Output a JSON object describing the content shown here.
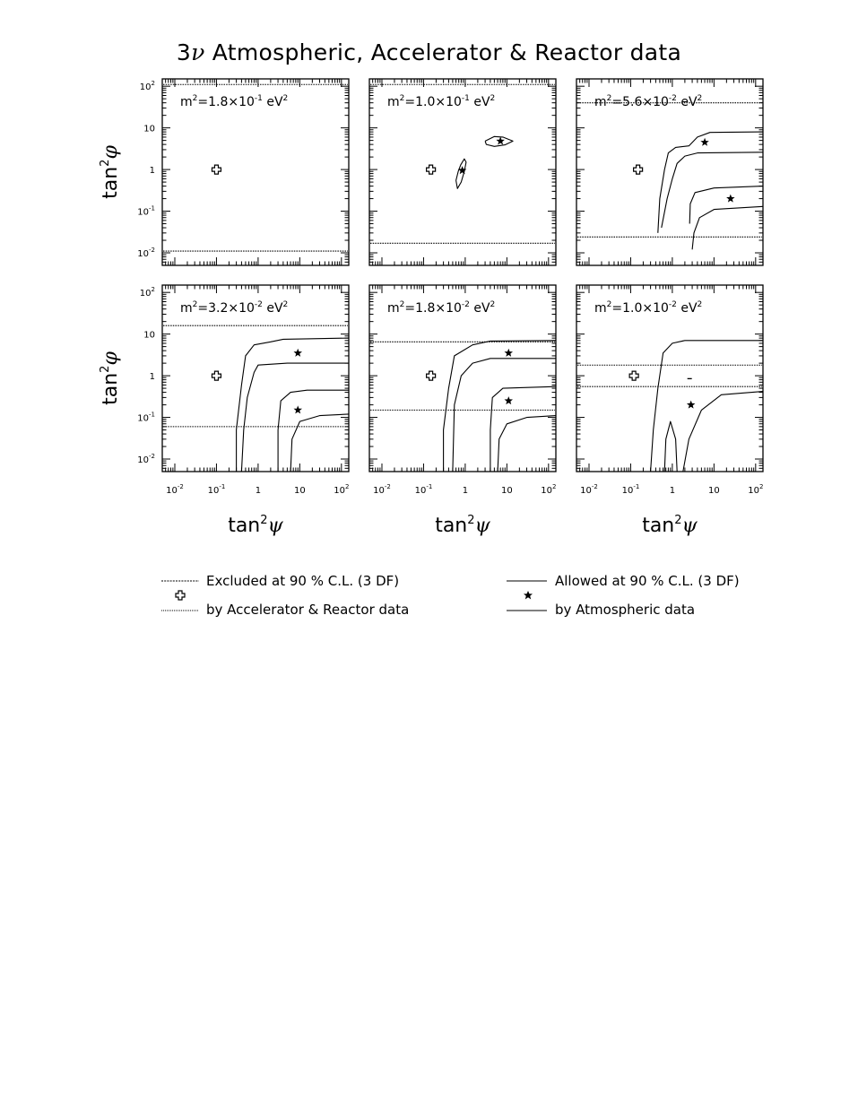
{
  "title_prefix": "3",
  "title_nu": "ν",
  "title_rest": " Atmospheric, Accelerator & Reactor data",
  "chart_data": {
    "type": "contour",
    "axes_scale": "log-log",
    "xlabel_base": "tan",
    "xlabel_sup": "2",
    "xlabel_var": "ψ",
    "ylabel_base": "tan",
    "ylabel_sup": "2",
    "ylabel_var": "φ",
    "xlim": [
      0.005,
      150
    ],
    "ylim": [
      0.005,
      150
    ],
    "x_ticks": [
      {
        "value": 0.01,
        "base": "10",
        "exp": "-2"
      },
      {
        "value": 0.1,
        "base": "10",
        "exp": "-1"
      },
      {
        "value": 1,
        "base": "1",
        "exp": ""
      },
      {
        "value": 10,
        "base": "10",
        "exp": ""
      },
      {
        "value": 100,
        "base": "10",
        "exp": "2"
      }
    ],
    "y_ticks": [
      {
        "value": 0.01,
        "base": "10",
        "exp": "-2"
      },
      {
        "value": 0.1,
        "base": "10",
        "exp": "-1"
      },
      {
        "value": 1,
        "base": "1",
        "exp": ""
      },
      {
        "value": 10,
        "base": "10",
        "exp": ""
      },
      {
        "value": 100,
        "base": "10",
        "exp": "2"
      }
    ],
    "panels": [
      {
        "label_pre": "m",
        "label_sup1": "2",
        "label_mid": "=1.8×10",
        "label_sup2": "-1",
        "label_post": " eV",
        "label_sup3": "2",
        "excluded_lines": [
          110,
          0.011
        ],
        "allowed_contours": [],
        "best_fit_cross": [
          0.1,
          1.0
        ],
        "best_fit_stars": []
      },
      {
        "label_pre": "m",
        "label_sup1": "2",
        "label_mid": "=1.0×10",
        "label_sup2": "-1",
        "label_post": " eV",
        "label_sup3": "2",
        "excluded_lines": [
          110,
          0.017
        ],
        "allowed_contours": [
          [
            [
              0.6,
              0.55
            ],
            [
              0.68,
              0.9
            ],
            [
              0.78,
              1.3
            ],
            [
              0.95,
              1.8
            ],
            [
              1.05,
              1.5
            ],
            [
              0.95,
              0.9
            ],
            [
              0.8,
              0.5
            ],
            [
              0.65,
              0.35
            ],
            [
              0.6,
              0.55
            ]
          ],
          [
            [
              3.0,
              4.8
            ],
            [
              5.0,
              6.2
            ],
            [
              8.0,
              6.0
            ],
            [
              14.0,
              4.8
            ],
            [
              9.0,
              3.9
            ],
            [
              5.0,
              3.6
            ],
            [
              3.2,
              4.0
            ],
            [
              3.0,
              4.8
            ]
          ]
        ],
        "best_fit_cross": [
          0.15,
          1.0
        ],
        "best_fit_stars": [
          [
            0.85,
            0.95
          ],
          [
            7.0,
            4.8
          ]
        ]
      },
      {
        "label_pre": "m",
        "label_sup1": "2",
        "label_mid": "=5.6×10",
        "label_sup2": "-2",
        "label_post": " eV",
        "label_sup3": "2",
        "excluded_lines": [
          40,
          0.024
        ],
        "allowed_contours": [
          [
            [
              0.45,
              0.03
            ],
            [
              0.5,
              0.2
            ],
            [
              0.65,
              1.0
            ],
            [
              0.8,
              2.5
            ],
            [
              1.2,
              3.4
            ],
            [
              2.5,
              3.7
            ],
            [
              4.0,
              6.0
            ],
            [
              8.0,
              7.8
            ],
            [
              150,
              8.0
            ]
          ],
          [
            [
              0.55,
              0.04
            ],
            [
              0.75,
              0.2
            ],
            [
              1.0,
              0.6
            ],
            [
              1.3,
              1.4
            ],
            [
              2.0,
              2.1
            ],
            [
              4.0,
              2.5
            ],
            [
              150,
              2.6
            ]
          ],
          [
            [
              2.6,
              0.05
            ],
            [
              2.7,
              0.15
            ],
            [
              3.5,
              0.28
            ],
            [
              10.0,
              0.36
            ],
            [
              150,
              0.4
            ]
          ],
          [
            [
              3.0,
              0.012
            ],
            [
              3.3,
              0.03
            ],
            [
              4.5,
              0.07
            ],
            [
              10.0,
              0.11
            ],
            [
              150,
              0.13
            ]
          ]
        ],
        "best_fit_cross": [
          0.15,
          1.0
        ],
        "best_fit_stars": [
          [
            6.0,
            4.5
          ],
          [
            25.0,
            0.2
          ]
        ]
      },
      {
        "label_pre": "m",
        "label_sup1": "2",
        "label_mid": "=3.2×10",
        "label_sup2": "-2",
        "label_post": " eV",
        "label_sup3": "2",
        "excluded_lines": [
          16,
          0.06
        ],
        "allowed_contours": [
          [
            [
              0.3,
              0.005
            ],
            [
              0.3,
              0.05
            ],
            [
              0.4,
              0.6
            ],
            [
              0.5,
              3.0
            ],
            [
              0.8,
              5.5
            ],
            [
              2.0,
              6.5
            ],
            [
              4.0,
              7.5
            ],
            [
              150,
              8.0
            ]
          ],
          [
            [
              0.4,
              0.005
            ],
            [
              0.45,
              0.05
            ],
            [
              0.55,
              0.3
            ],
            [
              0.8,
              1.2
            ],
            [
              1.0,
              1.8
            ],
            [
              5.0,
              2.0
            ],
            [
              150,
              2.0
            ]
          ],
          [
            [
              3.0,
              0.005
            ],
            [
              3.0,
              0.05
            ],
            [
              3.5,
              0.25
            ],
            [
              6.0,
              0.4
            ],
            [
              15.0,
              0.45
            ],
            [
              150,
              0.45
            ]
          ],
          [
            [
              6.0,
              0.005
            ],
            [
              6.5,
              0.03
            ],
            [
              10.0,
              0.08
            ],
            [
              30.0,
              0.11
            ],
            [
              150,
              0.12
            ]
          ]
        ],
        "best_fit_cross": [
          0.1,
          1.0
        ],
        "best_fit_stars": [
          [
            9.0,
            3.5
          ],
          [
            9.0,
            0.15
          ]
        ]
      },
      {
        "label_pre": "m",
        "label_sup1": "2",
        "label_mid": "=1.8×10",
        "label_sup2": "-2",
        "label_post": " eV",
        "label_sup3": "2",
        "excluded_lines": [
          6.5,
          0.15
        ],
        "allowed_contours": [
          [
            [
              0.3,
              0.005
            ],
            [
              0.3,
              0.05
            ],
            [
              0.4,
              0.5
            ],
            [
              0.55,
              3.0
            ],
            [
              1.5,
              5.5
            ],
            [
              4.0,
              6.8
            ],
            [
              150,
              7.0
            ]
          ],
          [
            [
              0.5,
              0.005
            ],
            [
              0.55,
              0.2
            ],
            [
              0.8,
              1.0
            ],
            [
              1.5,
              2.0
            ],
            [
              4.0,
              2.6
            ],
            [
              150,
              2.6
            ]
          ],
          [
            [
              4.0,
              0.005
            ],
            [
              4.0,
              0.05
            ],
            [
              4.5,
              0.3
            ],
            [
              8.0,
              0.5
            ],
            [
              150,
              0.55
            ]
          ],
          [
            [
              6.0,
              0.005
            ],
            [
              6.5,
              0.03
            ],
            [
              10.0,
              0.07
            ],
            [
              30.0,
              0.1
            ],
            [
              150,
              0.11
            ]
          ]
        ],
        "best_fit_cross": [
          0.15,
          1.0
        ],
        "best_fit_stars": [
          [
            11.0,
            3.5
          ],
          [
            11.0,
            0.25
          ]
        ]
      },
      {
        "label_pre": "m",
        "label_sup1": "2",
        "label_mid": "=1.0×10",
        "label_sup2": "-2",
        "label_post": " eV",
        "label_sup3": "2",
        "excluded_lines": [
          1.8,
          0.55
        ],
        "allowed_contours": [
          [
            [
              0.3,
              0.005
            ],
            [
              0.35,
              0.05
            ],
            [
              0.45,
              0.5
            ],
            [
              0.6,
              3.5
            ],
            [
              1.0,
              6.0
            ],
            [
              2.0,
              7.0
            ],
            [
              150,
              7.0
            ]
          ],
          [
            [
              0.65,
              0.005
            ],
            [
              0.7,
              0.03
            ],
            [
              0.9,
              0.08
            ],
            [
              1.2,
              0.03
            ],
            [
              1.3,
              0.005
            ]
          ],
          [
            [
              1.8,
              0.005
            ],
            [
              2.5,
              0.03
            ],
            [
              5.0,
              0.15
            ],
            [
              15.0,
              0.35
            ],
            [
              150,
              0.42
            ]
          ]
        ],
        "best_fit_cross": [
          0.12,
          1.0
        ],
        "best_fit_stars": [
          [
            2.8,
            0.2
          ]
        ],
        "dash_marks": [
          [
            2.6,
            0.85
          ]
        ]
      }
    ],
    "legend": {
      "excluded_label": "Excluded at 90 % C.L. (3 DF)",
      "excluded_label2": "by Accelerator & Reactor data",
      "allowed_label": "Allowed at 90 % C.L. (3 DF)",
      "allowed_label2": "by Atmospheric data"
    }
  }
}
